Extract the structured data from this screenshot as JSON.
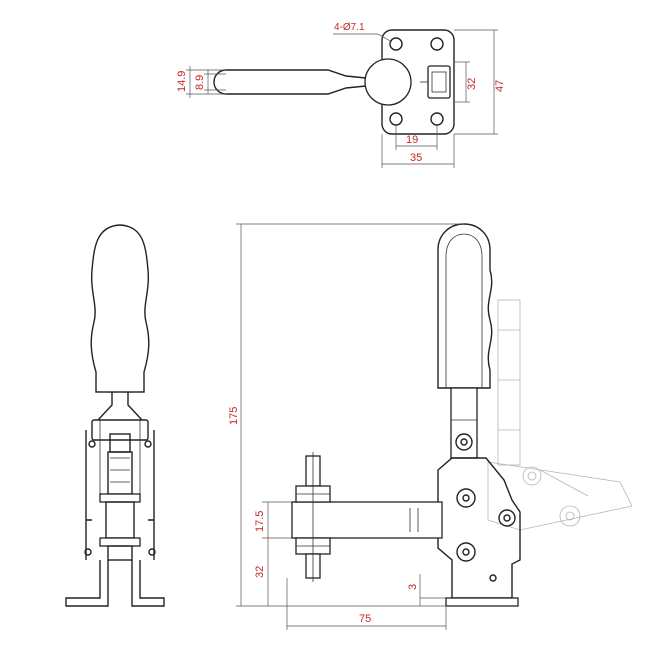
{
  "top_view": {
    "hole_label": "4-Ø7.1",
    "dim_handle_outer": "14.9",
    "dim_handle_inner": "8.9",
    "dim_hole_spacing_v": "32",
    "dim_base_height": "47",
    "dim_hole_spacing_h": "19",
    "dim_base_width": "35"
  },
  "side_view": {
    "dim_total_height": "175",
    "dim_arm_offset": "17.5",
    "dim_arm_height": "32",
    "dim_base_thickness": "3",
    "dim_reach": "75"
  },
  "colors": {
    "dimension_text": "#c62828",
    "line": "#222222",
    "ghost_line": "#b5b5b5"
  }
}
